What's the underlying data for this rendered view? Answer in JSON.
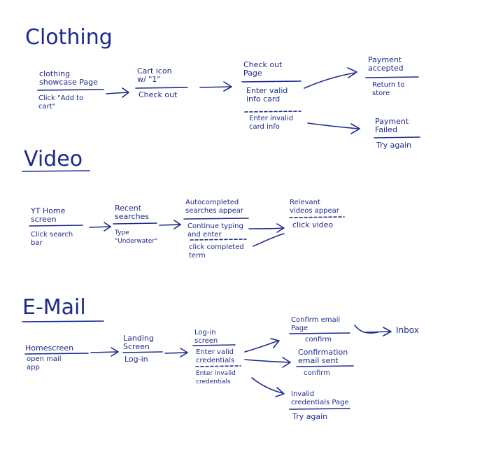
{
  "ink_color": "#1b2a8f",
  "background_color": "#ffffff",
  "sections": {
    "clothing": {
      "title": "Clothing",
      "n1_title": "clothing\nshowcase Page",
      "n1_action": "Click \"Add to\ncart\"",
      "n2_title": "Cart icon\nw/ \"1\"",
      "n2_action": "Check out",
      "n3_title": "Check out\nPage",
      "n3_action1": "Enter valid\ninfo card",
      "n3_action2": "Enter invalid\ncard info",
      "n4_title": "Payment\naccepted",
      "n4_action": "Return to\nstore",
      "n5_title": "Payment\nFailed",
      "n5_action": "Try again"
    },
    "video": {
      "title": "Video",
      "n1_title": "YT Home\nscreen",
      "n1_action": "Click search\nbar",
      "n2_title": "Recent\nsearches",
      "n2_action": "Type\n\"Underwater\"",
      "n3_title": "Autocompleted\nsearches appear",
      "n3_action1": "Continue typing\nand enter",
      "n3_action2": "click completed\nterm",
      "n4_title": "Relevant\nvideos appear",
      "n4_action": "click video"
    },
    "email": {
      "title": "E-Mail",
      "n1_title": "Homescreen",
      "n1_action": "open mail\napp",
      "n2_title": "Landing\nScreen",
      "n2_action": "Log-in",
      "n3_title": "Log-in\nscreen",
      "n3_action1": "Enter valid\ncredentials",
      "n3_action2": "Enter invalid\ncredentials",
      "n4_title": "Confirm email\nPage",
      "n4_action": "confirm",
      "n5_title": "Confirmation\nemail sent",
      "n5_action": "confirm",
      "n6_title": "Invalid\ncredentials Page",
      "n6_action": "Try again",
      "n7_title": "Inbox"
    }
  }
}
